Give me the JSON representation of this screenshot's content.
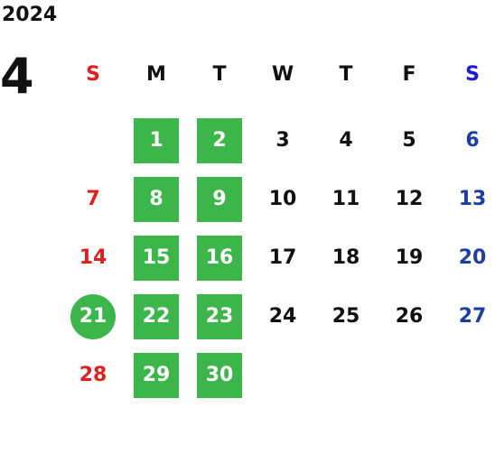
{
  "calendar": {
    "year": "2024",
    "month": "4",
    "weekdays": [
      {
        "label": "S",
        "color": "#e02020"
      },
      {
        "label": "M",
        "color": "#111111"
      },
      {
        "label": "T",
        "color": "#111111"
      },
      {
        "label": "W",
        "color": "#111111"
      },
      {
        "label": "T",
        "color": "#111111"
      },
      {
        "label": "F",
        "color": "#111111"
      },
      {
        "label": "S",
        "color": "#1a1ad6"
      }
    ],
    "weeks": [
      [
        {
          "day": ""
        },
        {
          "day": "1",
          "style": "box"
        },
        {
          "day": "2",
          "style": "box"
        },
        {
          "day": "3"
        },
        {
          "day": "4"
        },
        {
          "day": "5"
        },
        {
          "day": "6",
          "color": "#1f3fa0"
        }
      ],
      [
        {
          "day": "7",
          "color": "#e02020"
        },
        {
          "day": "8",
          "style": "box"
        },
        {
          "day": "9",
          "style": "box"
        },
        {
          "day": "10"
        },
        {
          "day": "11"
        },
        {
          "day": "12"
        },
        {
          "day": "13",
          "color": "#1f3fa0"
        }
      ],
      [
        {
          "day": "14",
          "color": "#e02020"
        },
        {
          "day": "15",
          "style": "box"
        },
        {
          "day": "16",
          "style": "box"
        },
        {
          "day": "17"
        },
        {
          "day": "18"
        },
        {
          "day": "19"
        },
        {
          "day": "20",
          "color": "#1f3fa0"
        }
      ],
      [
        {
          "day": "21",
          "style": "circle"
        },
        {
          "day": "22",
          "style": "box"
        },
        {
          "day": "23",
          "style": "box"
        },
        {
          "day": "24"
        },
        {
          "day": "25"
        },
        {
          "day": "26"
        },
        {
          "day": "27",
          "color": "#1f3fa0"
        }
      ],
      [
        {
          "day": "28",
          "color": "#e02020"
        },
        {
          "day": "29",
          "style": "box"
        },
        {
          "day": "30",
          "style": "box"
        },
        {
          "day": ""
        },
        {
          "day": ""
        },
        {
          "day": ""
        },
        {
          "day": ""
        }
      ]
    ],
    "colors": {
      "highlight_green": "#3cb54a",
      "sunday_red": "#e02020",
      "saturday_blue": "#1f3fa0",
      "saturday_header_blue": "#1a1ad6",
      "default_text": "#111111"
    }
  }
}
